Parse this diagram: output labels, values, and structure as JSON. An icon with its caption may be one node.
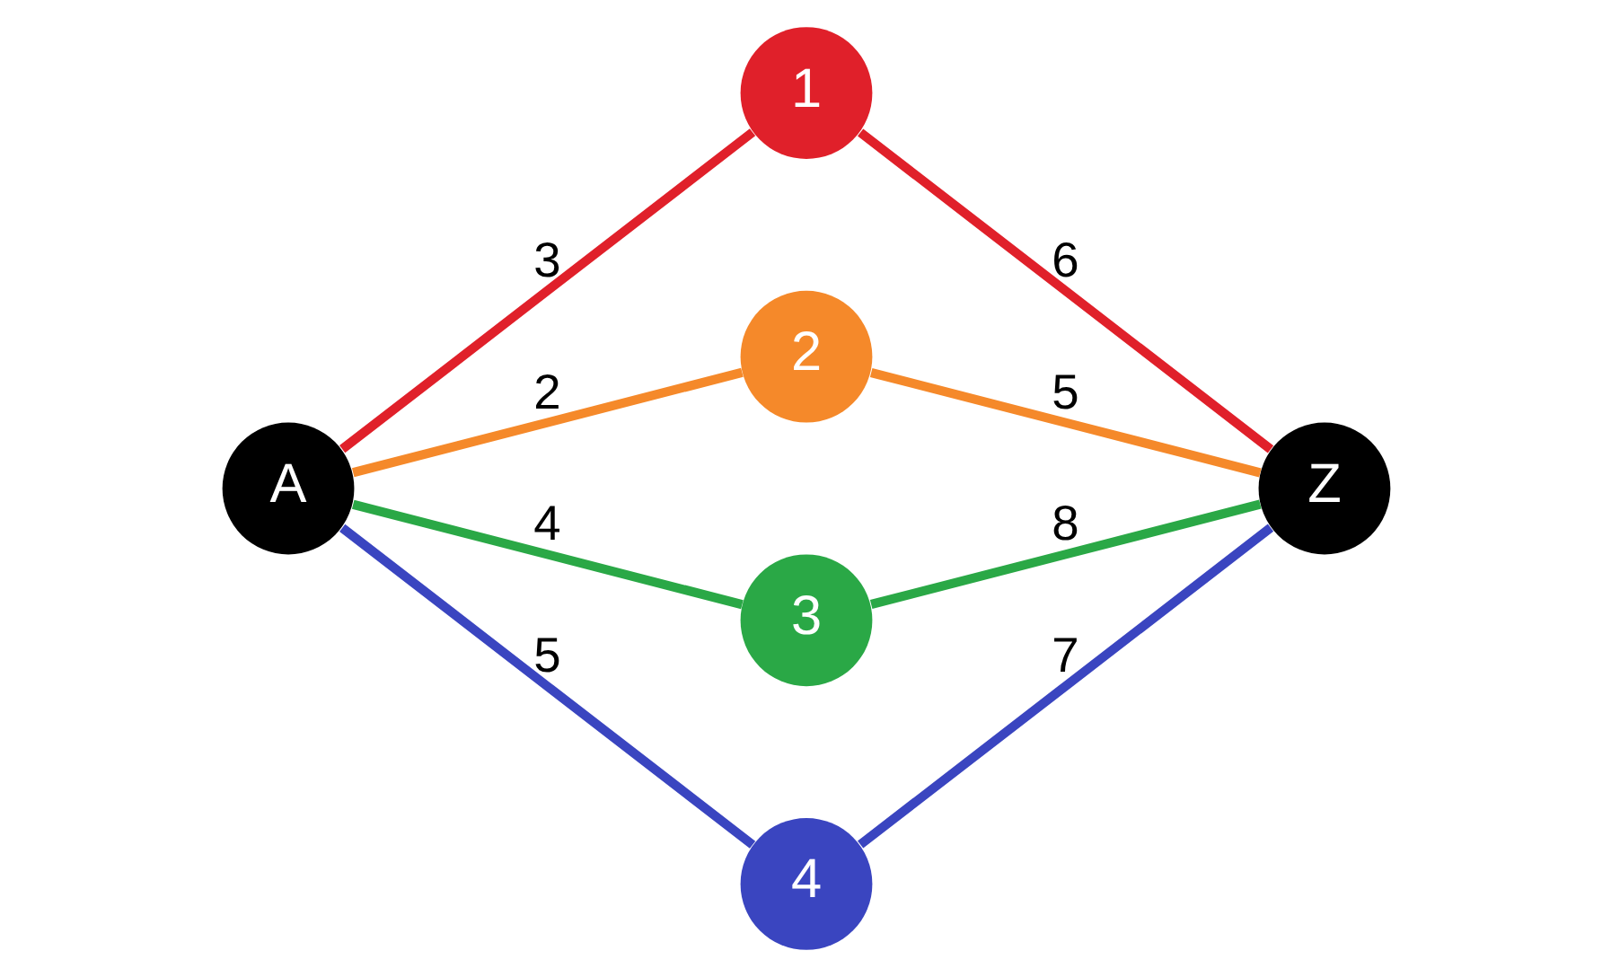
{
  "diagram": {
    "nodes": [
      {
        "text": [
          "A"
        ]
      },
      {
        "text": [
          "1"
        ]
      },
      {
        "text": [
          "2"
        ]
      },
      {
        "text": [
          "3"
        ]
      },
      {
        "text": [
          "4"
        ]
      },
      {
        "text": [
          "Z"
        ]
      }
    ],
    "edges": [
      {
        "from": 0,
        "to": 1,
        "arrow": "none",
        "label": "3",
        "color": "#e0202a"
      },
      {
        "from": 0,
        "to": 2,
        "arrow": "none",
        "label": "2",
        "color": "#f5892a"
      },
      {
        "from": 0,
        "to": 3,
        "arrow": "none",
        "label": "4",
        "color": "#2aa846"
      },
      {
        "from": 0,
        "to": 4,
        "arrow": "none",
        "label": "5",
        "color": "#3a45c0"
      },
      {
        "from": 1,
        "to": 5,
        "arrow": "none",
        "label": "6",
        "color": "#e0202a"
      },
      {
        "from": 2,
        "to": 5,
        "arrow": "none",
        "label": "5",
        "color": "#f5892a"
      },
      {
        "from": 3,
        "to": 5,
        "arrow": "none",
        "label": "8",
        "color": "#2aa846"
      },
      {
        "from": 4,
        "to": 5,
        "arrow": "none",
        "label": "7",
        "color": "#3a45c0"
      }
    ]
  }
}
